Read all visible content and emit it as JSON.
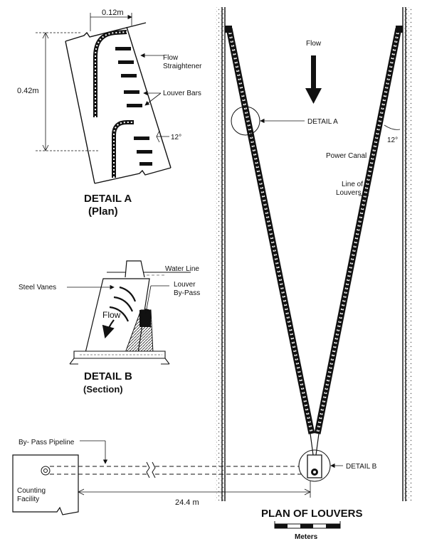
{
  "detail_a": {
    "width_label": "0.12m",
    "height_label": "0.42m",
    "flow_straightener": [
      "Flow",
      "Straightener"
    ],
    "louver_bars": "Louver Bars",
    "angle": "12°",
    "title": "DETAIL A",
    "subtitle": "(Plan)"
  },
  "detail_b": {
    "water_line": "Water Line",
    "steel_vanes": "Steel Vanes",
    "louver_bypass": [
      "Louver",
      "By-Pass"
    ],
    "flow": "Flow",
    "title": "DETAIL B",
    "subtitle": "(Section)"
  },
  "plan": {
    "flow": "Flow",
    "detail_a_ref": "DETAIL A",
    "detail_b_ref": "DETAIL B",
    "power_canal": "Power Canal",
    "line_of_louvers": [
      "Line of",
      "Louvers"
    ],
    "angle": "12°",
    "title": "PLAN OF LOUVERS",
    "scale_unit": "Meters"
  },
  "bypass": {
    "pipeline": "By- Pass Pipeline",
    "counting_facility": [
      "Counting",
      "Facility"
    ],
    "distance": "24.4 m"
  }
}
